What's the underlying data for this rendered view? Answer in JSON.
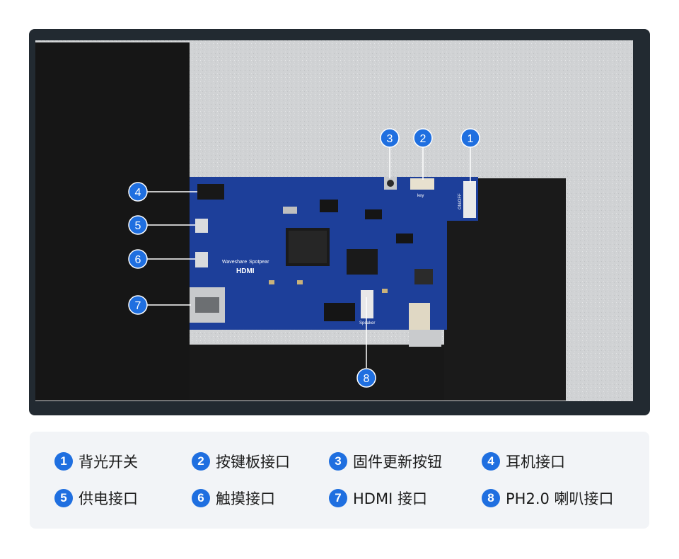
{
  "board_texts": {
    "brand_waveshare": "Waveshare",
    "brand_spotpear": "Spotpear",
    "hdmi_logo": "HDMI",
    "key_label": "key",
    "speaker_label": "Speaker",
    "switch_label": "ON/OFF"
  },
  "callouts": [
    {
      "number": "1",
      "target": "backlight switch"
    },
    {
      "number": "2",
      "target": "key interface"
    },
    {
      "number": "3",
      "target": "firmware update button"
    },
    {
      "number": "4",
      "target": "headphone jack"
    },
    {
      "number": "5",
      "target": "power interface"
    },
    {
      "number": "6",
      "target": "touch interface"
    },
    {
      "number": "7",
      "target": "HDMI interface"
    },
    {
      "number": "8",
      "target": "speaker interface"
    }
  ],
  "legend": [
    {
      "number": "1",
      "label": "背光开关"
    },
    {
      "number": "2",
      "label": "按键板接口"
    },
    {
      "number": "3",
      "label": "固件更新按钮"
    },
    {
      "number": "4",
      "label": "耳机接口"
    },
    {
      "number": "5",
      "label": "供电接口"
    },
    {
      "number": "6",
      "label": "触摸接口"
    },
    {
      "number": "7",
      "label": "HDMI 接口"
    },
    {
      "number": "8",
      "label": "PH2.0 喇叭接口"
    }
  ],
  "colors": {
    "accent": "#1f6fe0",
    "pcb": "#1d3f9a",
    "bezel": "#222a31",
    "panel": "#d2d4d6",
    "legend_bg": "#f2f4f7"
  }
}
